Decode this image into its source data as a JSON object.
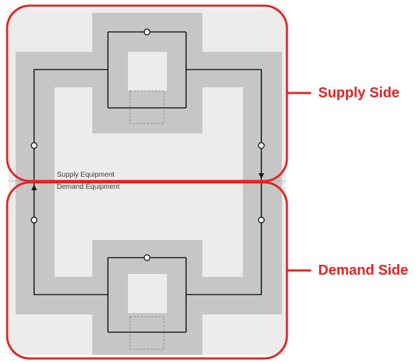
{
  "diagram": {
    "equipment_labels": {
      "supply": "Supply Equipment",
      "demand": "Demand Equipment"
    },
    "callouts": {
      "supply_side": "Supply Side",
      "demand_side": "Demand Side"
    },
    "colors": {
      "highlight": "#e02424",
      "gray_band": "#c6c6c6",
      "canvas": "#ececec",
      "pipe": "#1a1a1a"
    }
  }
}
